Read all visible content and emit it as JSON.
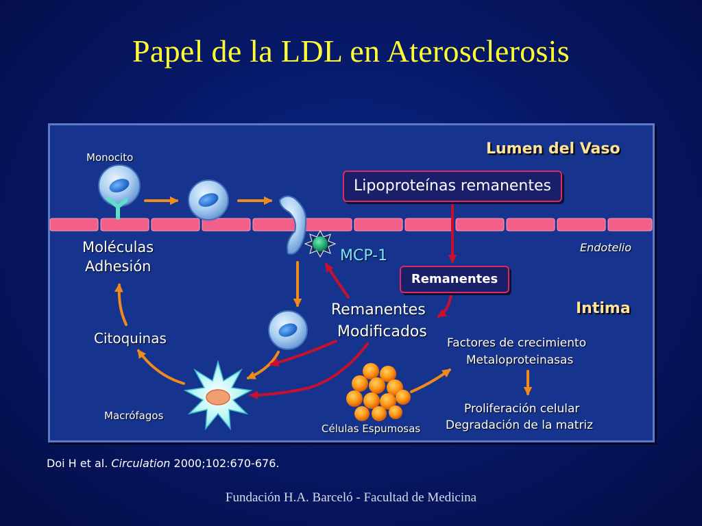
{
  "title": "Papel de la LDL en Aterosclerosis",
  "diagram": {
    "lumen_label": "Lumen del Vaso",
    "intima_label": "Intima",
    "endotelio_label": "Endotelio",
    "monocito_label": "Monocito",
    "lipoproteinas_label": "Lipoproteínas remanentes",
    "remanentes_label": "Remanentes",
    "mcp1_label": "MCP-1",
    "moleculas_line1": "Moléculas",
    "moleculas_line2": "Adhesión",
    "citoquinas_label": "Citoquinas",
    "macrofagos_label": "Macrófagos",
    "remanentes_mod_line1": "Remanentes",
    "remanentes_mod_line2": "Modificados",
    "celulas_label": "Células Espumosas",
    "factores_line1": "Factores de crecimiento",
    "factores_line2": "Metaloproteinasas",
    "proliferacion_line1": "Proliferación celular",
    "proliferacion_line2": "Degradación de la matriz"
  },
  "citation": {
    "authors": "Doi H et al. ",
    "journal": "Circulation",
    "details": " 2000;102:670-676."
  },
  "footer": "Fundación H.A. Barceló - Facultad de Medicina",
  "colors": {
    "title": "#ffff33",
    "header": "#ffe29a",
    "endothelium": "#f2608a",
    "arrow_orange": "#f08a1c",
    "arrow_red": "#c8102e"
  }
}
